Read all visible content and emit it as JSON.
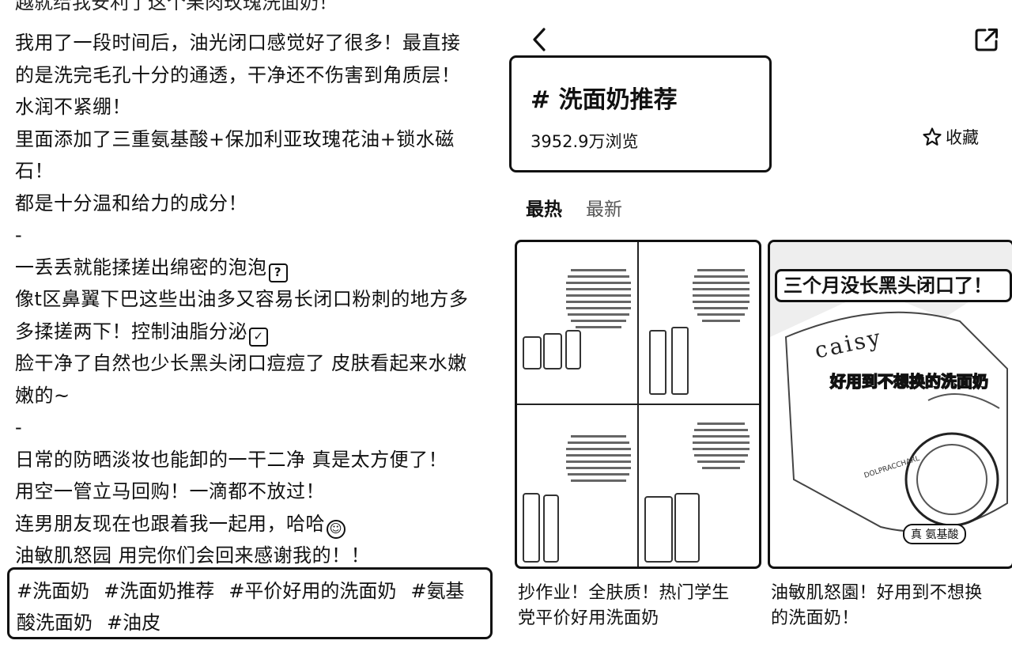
{
  "post": {
    "cut_line": "越就给我安利了这个果肉玫瑰洗面奶！",
    "lines": [
      "我用了一段时间后，油光闭口感觉好了很多！最直接",
      "的是洗完毛孔十分的通透，干净还不伤害到角质层！",
      "水润不紧绷！",
      "里面添加了三重氨基酸+保加利亚玫瑰花油+锁水磁",
      "石！",
      "都是十分温和给力的成分！",
      "-",
      "一丢丢就能揉搓出绵密的泡泡",
      "像t区鼻翼下巴这些出油多又容易长闭口粉刺的地方多",
      "多揉搓两下！控制油脂分泌",
      "脸干净了自然也少长黑头闭口痘痘了 皮肤看起来水嫩",
      "嫩的~",
      "-",
      "日常的防晒淡妆也能卸的一干二净 真是太方便了！",
      "用空一管立马回购！一滴都不放过！",
      "连男朋友现在也跟着我一起用，哈哈",
      "油敏肌怒园 用完你们会回来感谢我的！！"
    ],
    "emoji_question": "?",
    "emoji_check": "✓",
    "emoji_laugh": "☺",
    "tags": [
      "#洗面奶",
      "#洗面奶推荐",
      "#平价好用的洗面奶",
      "#氨基",
      "酸洗面奶",
      "#油皮"
    ]
  },
  "topic": {
    "title": "# 洗面奶推荐",
    "views": "3952.9万浏览",
    "favorite_label": "收藏",
    "tabs": [
      {
        "label": "最热",
        "active": true
      },
      {
        "label": "最新",
        "active": false
      }
    ]
  },
  "cards": [
    {
      "title_line1": "抄作业！全肤质！热门学生",
      "title_line2": "党平价好用洗面奶"
    },
    {
      "title_line1": "油敏肌怒園！好用到不想换",
      "title_line2": "的洗面奶！",
      "banner": "三个月没长黑头闭口了！",
      "overlay": "好用到不想换的洗面奶",
      "brand": "caisy",
      "pill": "真 氨基酸"
    }
  ],
  "colors": {
    "ink": "#111111",
    "background": "#ffffff"
  },
  "icons": [
    "back-arrow-icon",
    "share-icon",
    "star-icon"
  ]
}
